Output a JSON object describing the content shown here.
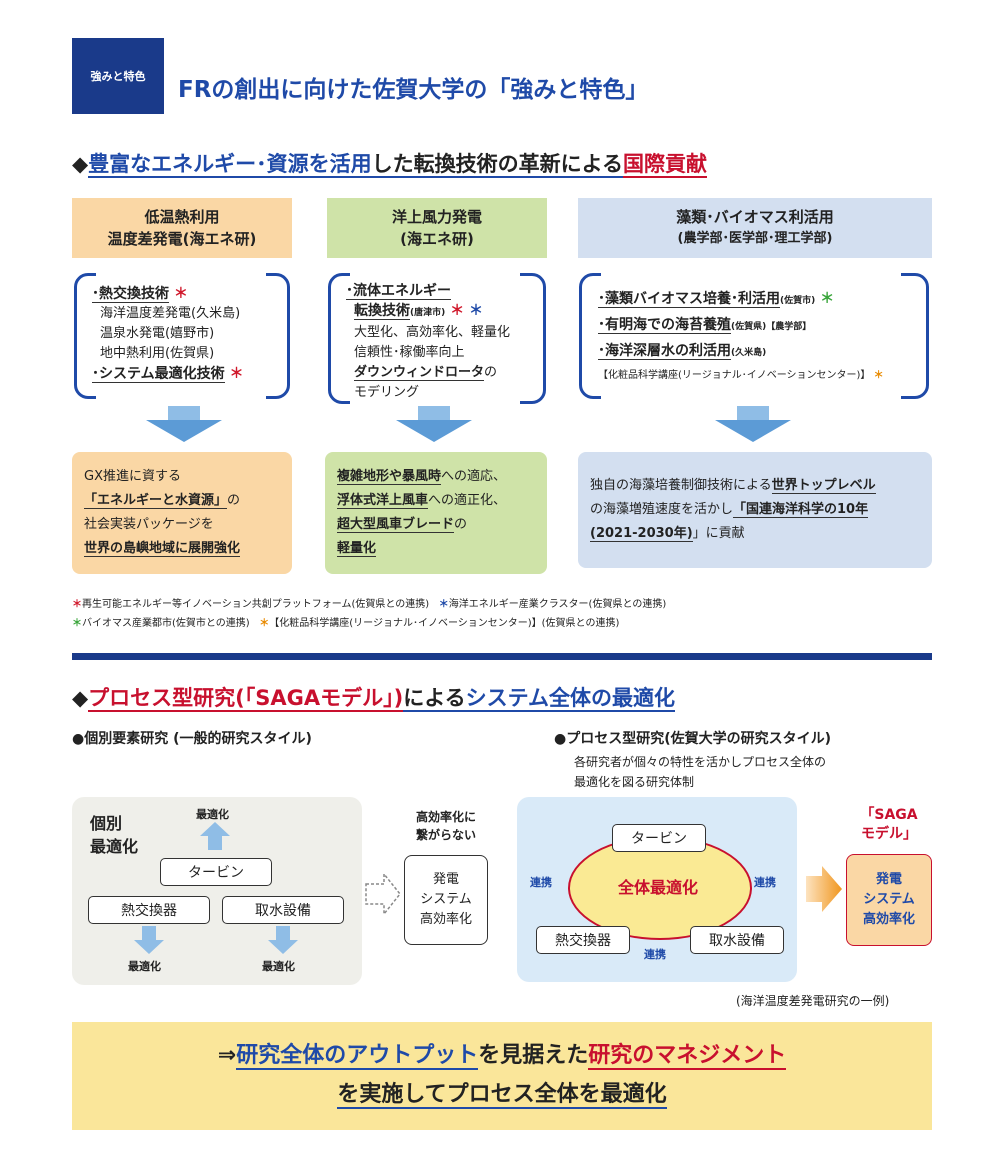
{
  "header": {
    "badge": "強みと特色",
    "title": "FRの創出に向けた佐賀大学の「強みと特色」"
  },
  "section1": {
    "head_mark": "◆",
    "head_blue": "豊富なエネルギー･資源を活用",
    "head_mid": "した転換技術の革新による",
    "head_red": "国際貢献",
    "columns": [
      {
        "head_line1": "低温熱利用",
        "head_line2": "温度差発電(海エネ研)",
        "items": {
          "i1": "･熱交換技術",
          "i2": "海洋温度差発電(久米島)",
          "i3": "温泉水発電(嬉野市)",
          "i4": "地中熱利用(佐賀県)",
          "i5": "･システム最適化技術"
        },
        "result": {
          "r1": "GX推進に資する",
          "r2": "「エネルギーと水資源」",
          "r2b": "の",
          "r3": "社会実装パッケージを",
          "r4": "世界の島嶼地域に展開強化"
        }
      },
      {
        "head_line1": "洋上風力発電",
        "head_line2": "(海エネ研)",
        "items": {
          "i1": "･流体エネルギー",
          "i2": "転換技術",
          "i2s": "(唐津市)",
          "i3": "大型化、高効率化、軽量化",
          "i4": "信頼性･稼働率向上",
          "i5": "ダウンウィンドロータ",
          "i5b": "の",
          "i6": "モデリング"
        },
        "result": {
          "r1": "複雑地形や暴風時",
          "r1b": "への適応、",
          "r2": "浮体式洋上風車",
          "r2b": "への適正化、",
          "r3": "超大型風車ブレード",
          "r3b": "の",
          "r4": "軽量化"
        }
      },
      {
        "head_line1": "藻類･バイオマス利活用",
        "head_line2": "(農学部･医学部･理工学部)",
        "items": {
          "i1": "･藻類バイオマス培養･利活用",
          "i1s": "(佐賀市)",
          "i2": "･有明海での海苔養殖",
          "i2s": "(佐賀県)【農学部】",
          "i3": "･海洋深層水の利活用",
          "i3s": "(久米島)",
          "i4": "【化粧品科学講座(リージョナル･イノベーションセンター)】"
        },
        "result": {
          "r1": "独自の海藻培養制御技術による",
          "r1b": "世界トップレベル",
          "r2": "の海藻増殖速度を活かし",
          "r2b": "「国連海洋科学の10年",
          "r3": "(2021-2030年)",
          "r3b": "」に貢献"
        }
      }
    ],
    "asterisk": "＊",
    "footnotes": {
      "f1": "再生可能エネルギー等イノベーション共創プラットフォーム(佐賀県との連携)",
      "f2": "海洋エネルギー産業クラスター(佐賀県との連携)",
      "f3": "バイオマス産業都市(佐賀市との連携)",
      "f4": "【化粧品科学講座(リージョナル･イノベーションセンター)】(佐賀県との連携)"
    }
  },
  "section2": {
    "head_mark": "◆",
    "head_red": "プロセス型研究(「SAGAモデル」)",
    "head_mid": "による",
    "head_blue": "システム全体の最適化",
    "left": {
      "heading": "●個別要素研究 (一般的研究スタイル)",
      "label_individual_1": "個別",
      "label_individual_2": "最適化",
      "opt_top": "最適化",
      "opt_bl": "最適化",
      "opt_br": "最適化",
      "turbine": "タービン",
      "heat_exchanger": "熱交換器",
      "intake": "取水設備",
      "warn_1": "高効率化に",
      "warn_2": "繋がらない",
      "out_1": "発電",
      "out_2": "システム",
      "out_3": "高効率化"
    },
    "right": {
      "heading": "●プロセス型研究(佐賀大学の研究スタイル)",
      "desc_1": "各研究者が個々の特性を活かしプロセス全体の",
      "desc_2": "最適化を図る研究体制",
      "turbine": "タービン",
      "center": "全体最適化",
      "heat_exchanger": "熱交換器",
      "intake": "取水設備",
      "link_left": "連携",
      "link_right": "連携",
      "link_bottom": "連携",
      "saga_1": "「SAGA",
      "saga_2": "モデル」",
      "out_1": "発電",
      "out_2": "システム",
      "out_3": "高効率化",
      "example": "(海洋温度差発電研究の一例)"
    }
  },
  "banner": {
    "arrow": "⇒",
    "part1": "研究全体のアウトプット",
    "part2": "を見据えた",
    "part3": "研究のマネジメント",
    "line2": "を実施してプロセス全体を最適化"
  },
  "colors": {
    "navy": "#1a3a8a",
    "blue": "#1f4aa8",
    "red": "#c8102e",
    "orange_box": "#fad7a5",
    "green_box": "#cfe3a8",
    "blue_box": "#d3dff0",
    "banner": "#fae69a"
  }
}
